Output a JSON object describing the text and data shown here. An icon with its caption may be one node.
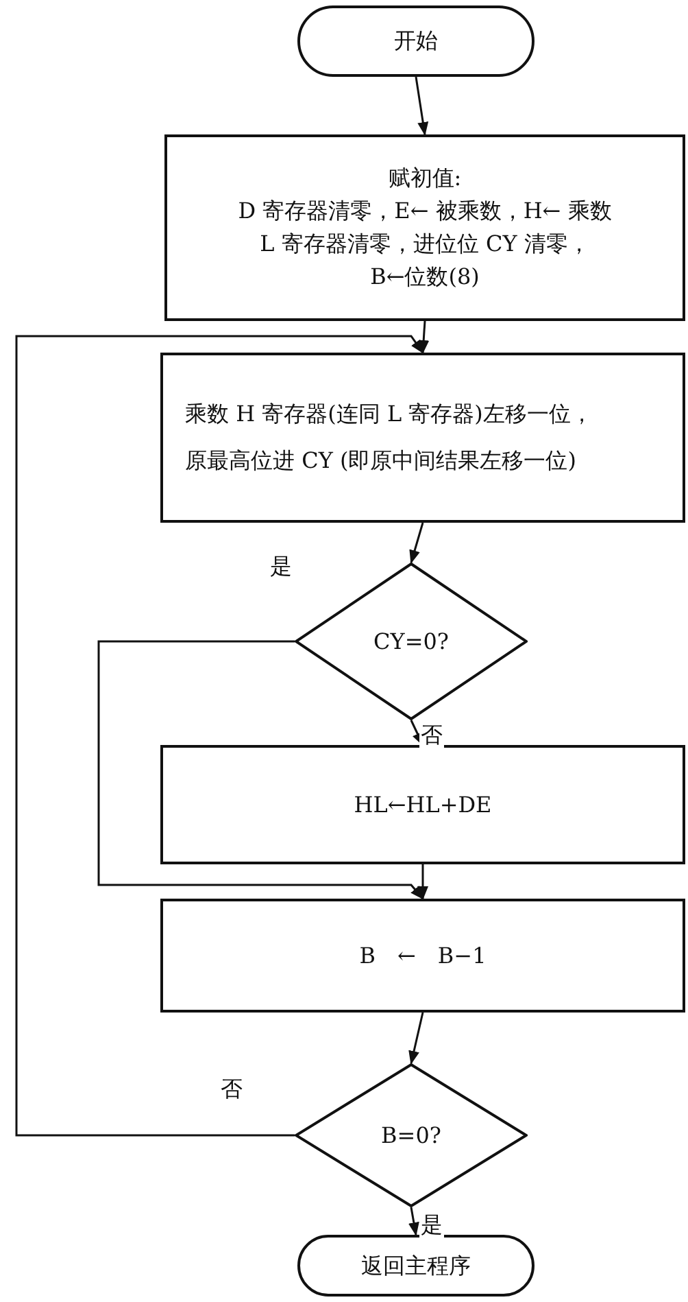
{
  "diagram": {
    "nodes": [
      {
        "text": [
          "开始"
        ]
      },
      {
        "text": [
          "赋初值:",
          "D 寄存器清零，E← 被乘数，H← 乘数",
          "L 寄存器清零，进位位 CY 清零，",
          "B←位数(8)"
        ]
      },
      {
        "text": [
          "乘数 H 寄存器(连同 L 寄存器)左移一位，",
          "原最高位进 CY (即原中间结果左移一位)"
        ]
      },
      {
        "text": [
          "CY=0?"
        ]
      },
      {
        "text": [
          "HL←HL+DE"
        ]
      },
      {
        "text": [
          "B　←　B−1"
        ]
      },
      {
        "text": [
          "B=0?"
        ]
      },
      {
        "text": [
          "返回主程序"
        ]
      }
    ],
    "edges": [
      {
        "from": 0,
        "to": 1,
        "arrow": "to"
      },
      {
        "from": 1,
        "to": 2,
        "arrow": "to"
      },
      {
        "from": 2,
        "to": 3,
        "arrow": "to"
      },
      {
        "from": 3,
        "to": 4,
        "label": "否",
        "arrow": "to"
      },
      {
        "from": 4,
        "to": 5,
        "arrow": "to"
      },
      {
        "from": 3,
        "to": 5,
        "label": "是",
        "arrow": "to"
      },
      {
        "from": 5,
        "to": 6,
        "arrow": "to"
      },
      {
        "from": 6,
        "to": 2,
        "label": "否",
        "arrow": "to"
      },
      {
        "from": 6,
        "to": 7,
        "label": "是",
        "arrow": "to"
      }
    ]
  }
}
